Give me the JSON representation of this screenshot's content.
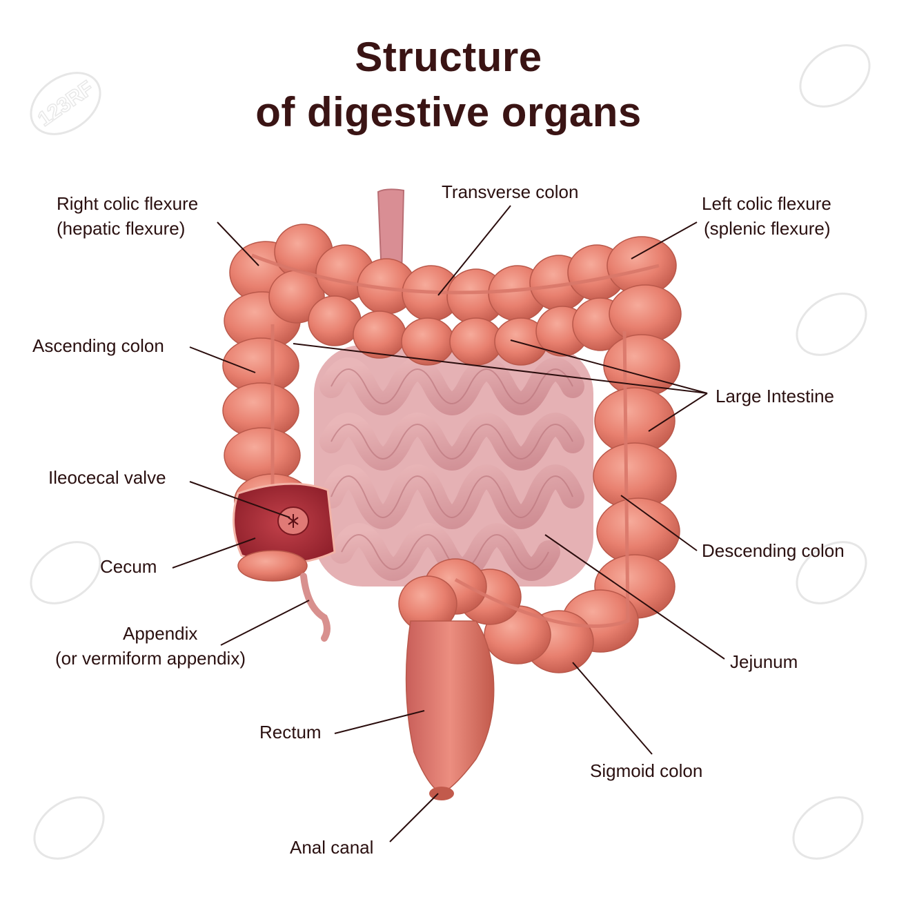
{
  "title": {
    "line1": "Structure",
    "line2": "of digestive organs"
  },
  "labels": {
    "right_colic_1": "Right colic flexure",
    "right_colic_2": "(hepatic flexure)",
    "transverse": "Transverse colon",
    "left_colic_1": "Left colic flexure",
    "left_colic_2": "(splenic flexure)",
    "ascending": "Ascending colon",
    "large_intestine": "Large Intestine",
    "ileocecal": "Ileocecal valve",
    "descending": "Descending colon",
    "cecum": "Cecum",
    "appendix_1": "Appendix",
    "appendix_2": "(or vermiform appendix)",
    "jejunum": "Jejunum",
    "rectum": "Rectum",
    "sigmoid": "Sigmoid colon",
    "anal": "Anal canal"
  },
  "watermark": "123RF",
  "colors": {
    "title": "#3a1414",
    "colon": "#e8806f",
    "colon_dark": "#c25a4c",
    "small_intestine": "#dca0a4",
    "cecum_inner": "#a32a35",
    "leader": "#2a0d0d"
  }
}
